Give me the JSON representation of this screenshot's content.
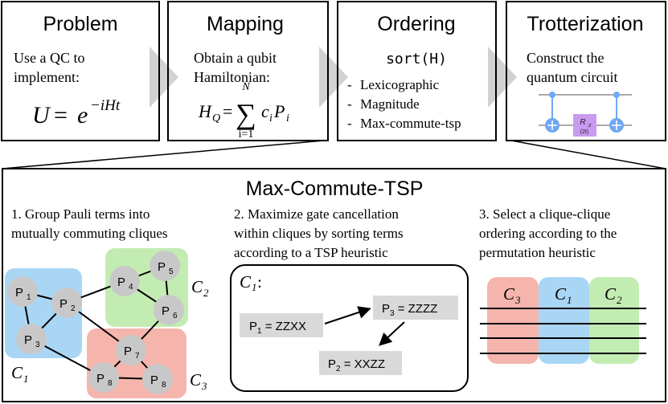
{
  "stages": [
    {
      "title": "Problem",
      "text": [
        "Use a QC to",
        "implement:"
      ],
      "formula": {
        "lhs": "U",
        "rhs_base": "e",
        "rhs_exp": "−iHt"
      }
    },
    {
      "title": "Mapping",
      "text": [
        "Obtain a qubit",
        "Hamiltonian:"
      ],
      "formula": {
        "lhs_base": "H",
        "lhs_sub": "Q",
        "sum_upper": "N",
        "sum_lower": "i=1",
        "term": "c",
        "term_sub": "i",
        "term2": "P",
        "term2_sub": "i"
      }
    },
    {
      "title": "Ordering",
      "code": "sort(H)",
      "items": [
        "Lexicographic",
        "Magnitude",
        "Max-commute-tsp"
      ]
    },
    {
      "title": "Trotterization",
      "text": [
        "Construct the",
        "quantum circuit"
      ],
      "gate": {
        "label": "R",
        "sub": "z",
        "param": "(2t)"
      }
    }
  ],
  "detail": {
    "title": "Max-Commute-TSP",
    "steps": [
      {
        "lines": [
          "1. Group Pauli terms into",
          "mutually commuting cliques"
        ]
      },
      {
        "lines": [
          "2. Maximize gate cancellation",
          "within cliques by sorting terms",
          "according to a TSP heuristic"
        ]
      },
      {
        "lines": [
          "3. Select a clique-clique",
          "ordering according to the",
          "permutation heuristic"
        ]
      }
    ],
    "graph": {
      "nodes": [
        {
          "id": "p1",
          "label": "P",
          "sub": "1"
        },
        {
          "id": "p2",
          "label": "P",
          "sub": "2"
        },
        {
          "id": "p3",
          "label": "P",
          "sub": "3"
        },
        {
          "id": "p4",
          "label": "P",
          "sub": "4"
        },
        {
          "id": "p5",
          "label": "P",
          "sub": "5"
        },
        {
          "id": "p6",
          "label": "P",
          "sub": "6"
        },
        {
          "id": "p7",
          "label": "P",
          "sub": "7"
        },
        {
          "id": "p8a",
          "label": "P",
          "sub": "8"
        },
        {
          "id": "p8b",
          "label": "P",
          "sub": "8"
        }
      ],
      "cliques": [
        {
          "label": "C",
          "sub": "1",
          "color": "#a9d6f5"
        },
        {
          "label": "C",
          "sub": "2",
          "color": "#c3ecb2"
        },
        {
          "label": "C",
          "sub": "3",
          "color": "#f5b5ad"
        }
      ]
    },
    "tsp": {
      "clique_label": "C",
      "clique_sub": "1",
      "terms": [
        {
          "label": "P",
          "sub": "1",
          "value": " = ZZXX"
        },
        {
          "label": "P",
          "sub": "3",
          "value": " = ZZZZ"
        },
        {
          "label": "P",
          "sub": "2",
          "value": " = XXZZ"
        }
      ]
    },
    "ordering": [
      {
        "label": "C",
        "sub": "3",
        "color": "#f5b5ad"
      },
      {
        "label": "C",
        "sub": "1",
        "color": "#a9d6f5"
      },
      {
        "label": "C",
        "sub": "2",
        "color": "#c3ecb2"
      }
    ]
  },
  "colors": {
    "arrow": "#d2d2d2",
    "node": "#c8c8c8",
    "term_box": "#d9d9d9",
    "qubit": "#6ea8f5",
    "gate": "#c99af0"
  }
}
